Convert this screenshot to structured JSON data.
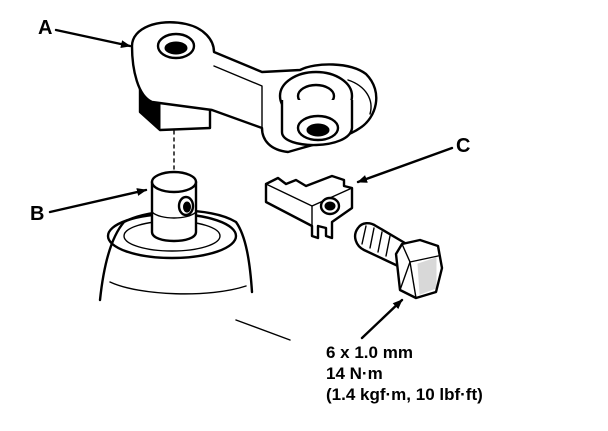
{
  "callouts": {
    "a": "A",
    "b": "B",
    "c": "C"
  },
  "fastener_spec": {
    "size": "6 x 1.0 mm",
    "torque_nm": "14 N·m",
    "torque_alt": "(1.4 kgf·m, 10 lbf·ft)"
  }
}
